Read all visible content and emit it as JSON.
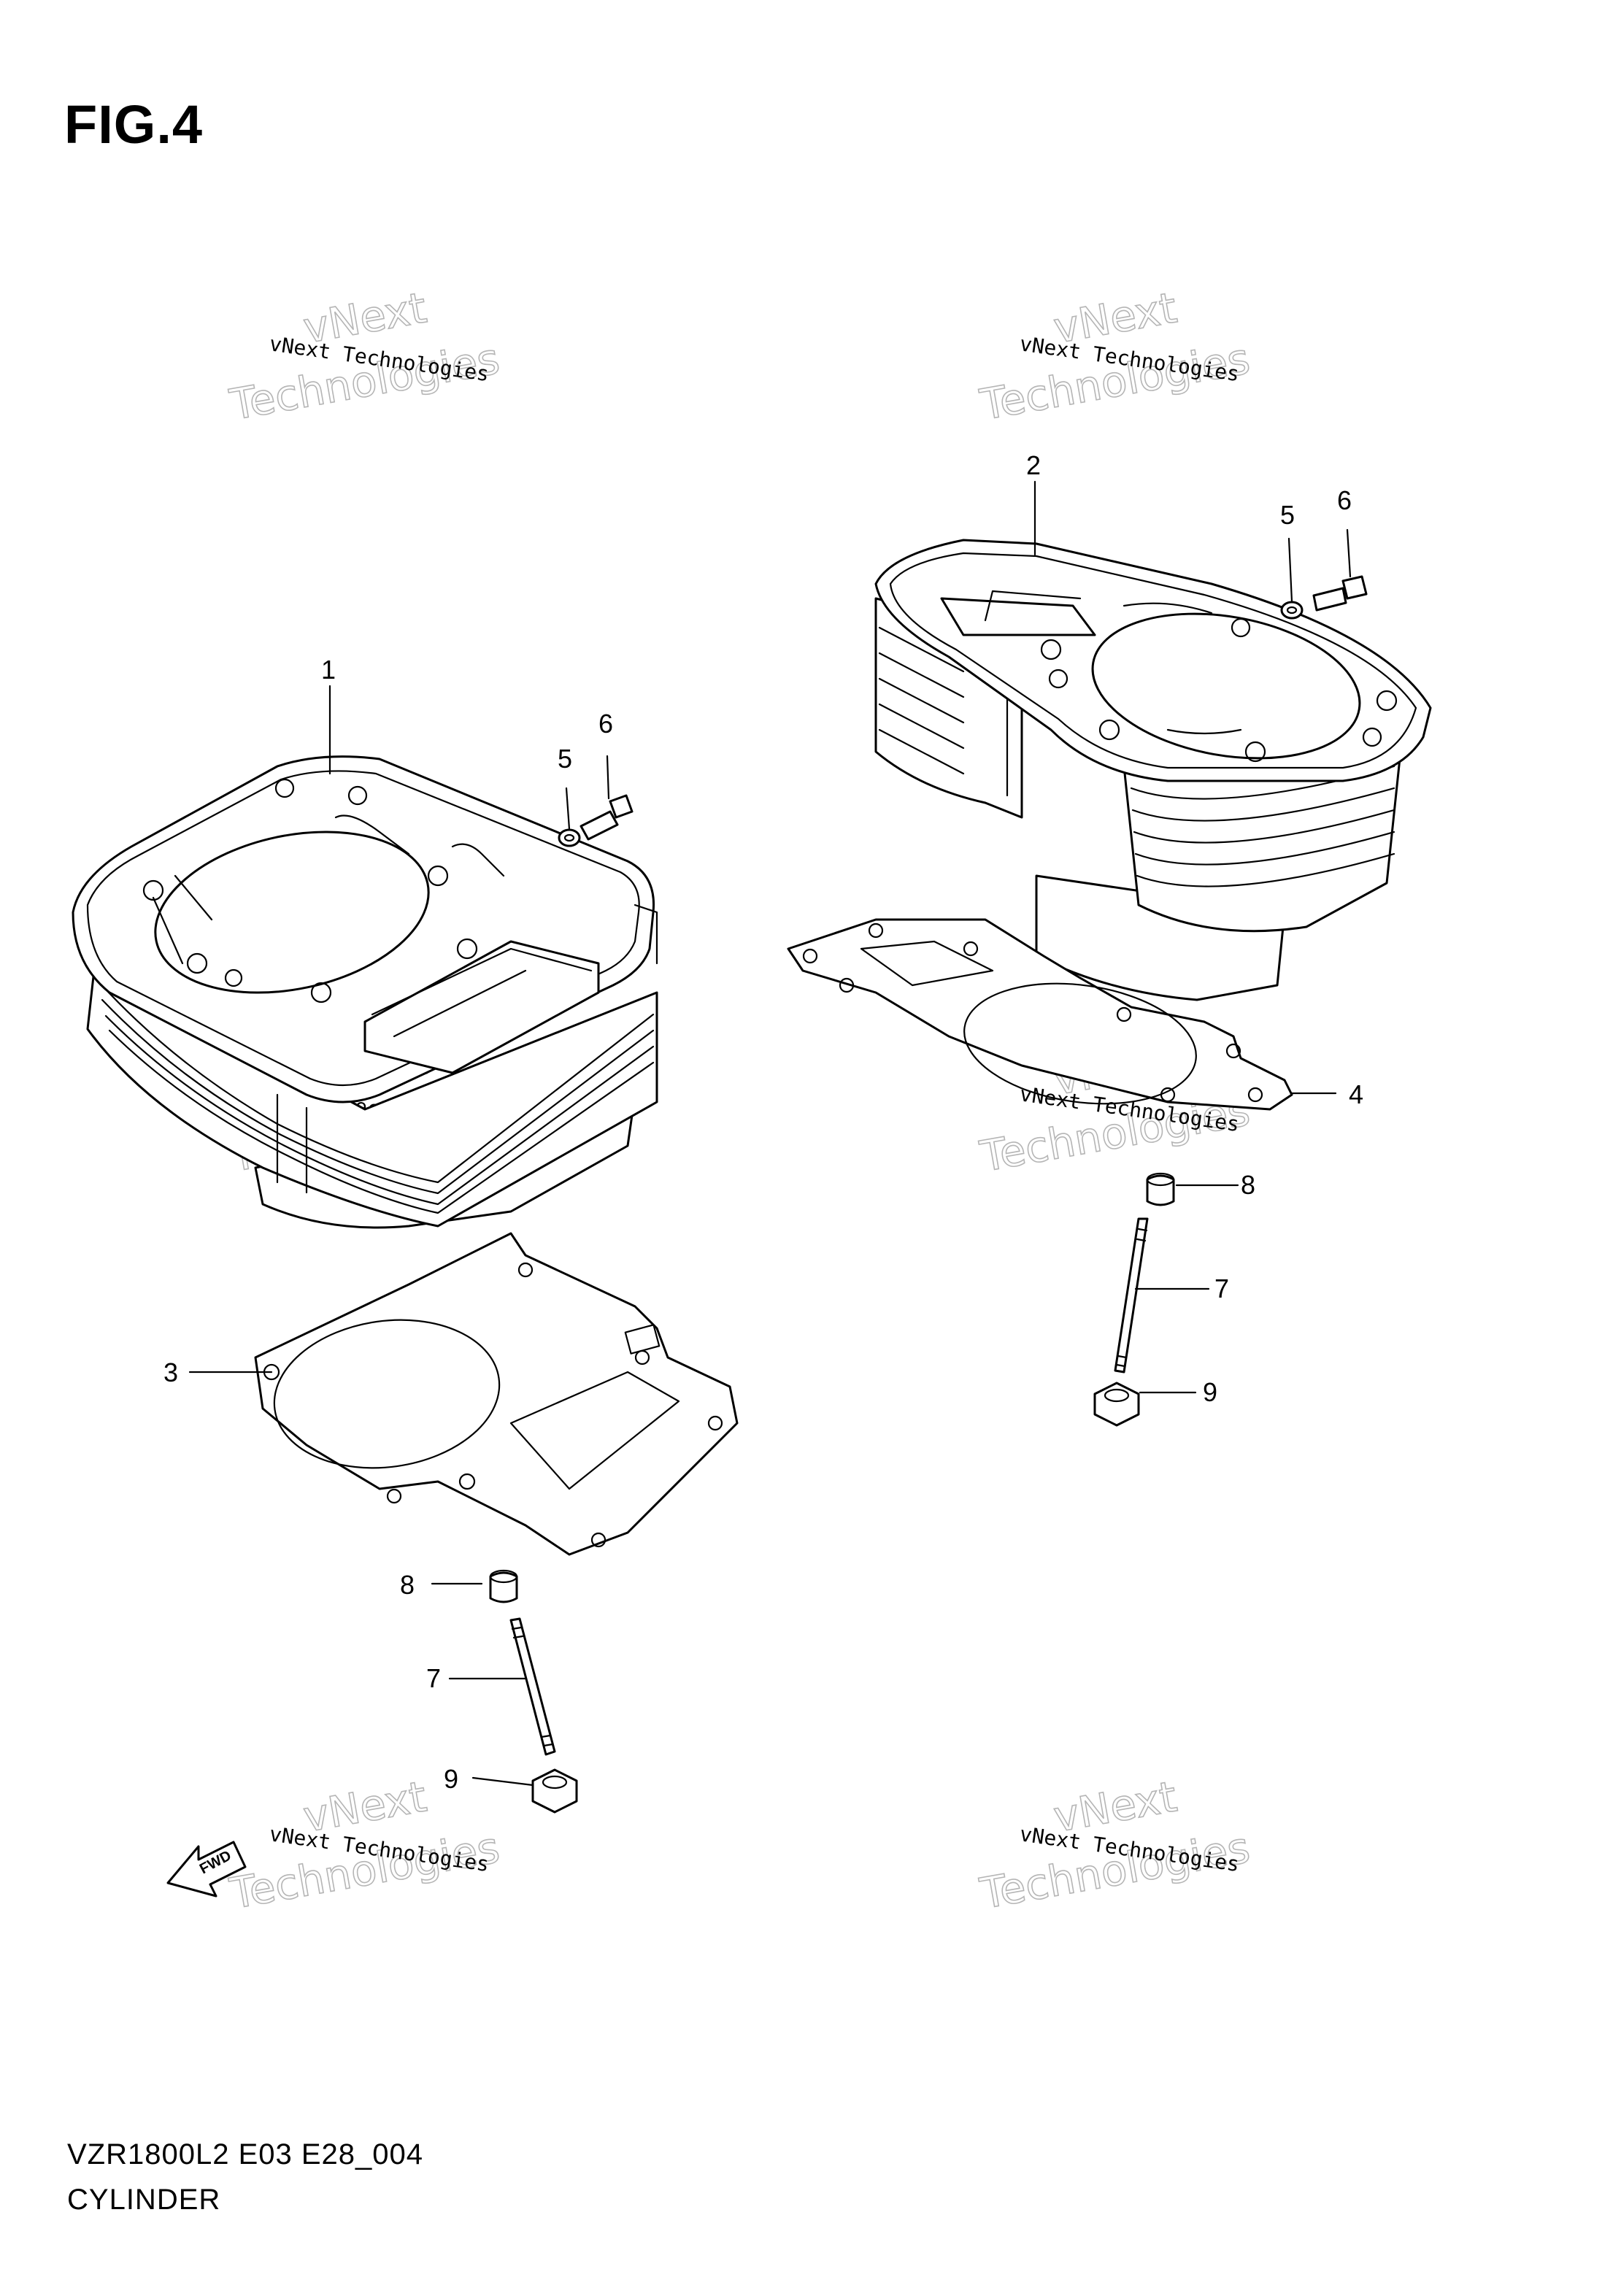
{
  "figure": {
    "title": "FIG.4",
    "model_code": "VZR1800L2 E03 E28_004",
    "section_name": "CYLINDER"
  },
  "callouts": [
    "1",
    "2",
    "3",
    "4",
    "5",
    "6",
    "7",
    "8",
    "9"
  ],
  "fwd_arrow_label": "FWD",
  "watermark": {
    "line1": "vNext Technologies",
    "line2": "vNext",
    "line3": "Technologies"
  }
}
